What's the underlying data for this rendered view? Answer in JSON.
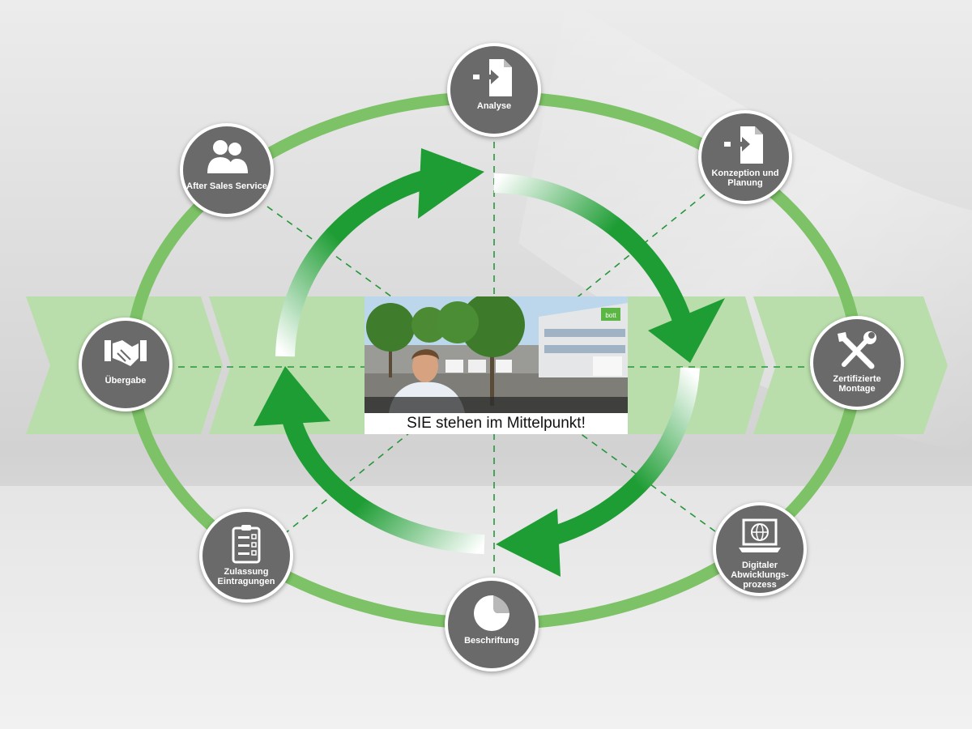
{
  "colors": {
    "ring": "#7dc267",
    "arrow": "#1f9d35",
    "band": "#b9deab",
    "band_dark": "#9fd18f",
    "node": "#6a6a6a",
    "dashed": "#27963b"
  },
  "center": {
    "caption": "SIE stehen im Mittelpunkt!",
    "logo_text": "bott"
  },
  "nodes": [
    {
      "id": "analyse",
      "label": "Analyse",
      "icon": "document-enter-icon"
    },
    {
      "id": "konzeption",
      "label": "Konzeption und Planung",
      "icon": "document-enter-icon"
    },
    {
      "id": "montage",
      "label": "Zertifizierte Montage",
      "icon": "tools-icon"
    },
    {
      "id": "digital",
      "label": "Digitaler Abwicklungs-prozess",
      "icon": "laptop-globe-icon"
    },
    {
      "id": "beschriftung",
      "label": "Beschriftung",
      "icon": "sticker-icon"
    },
    {
      "id": "zulassung",
      "label": "Zulassung Eintragungen",
      "icon": "clipboard-checklist-icon"
    },
    {
      "id": "uebergabe",
      "label": "Übergabe",
      "icon": "handshake-icon"
    },
    {
      "id": "aftersales",
      "label": "After Sales Service",
      "icon": "users-icon"
    }
  ]
}
